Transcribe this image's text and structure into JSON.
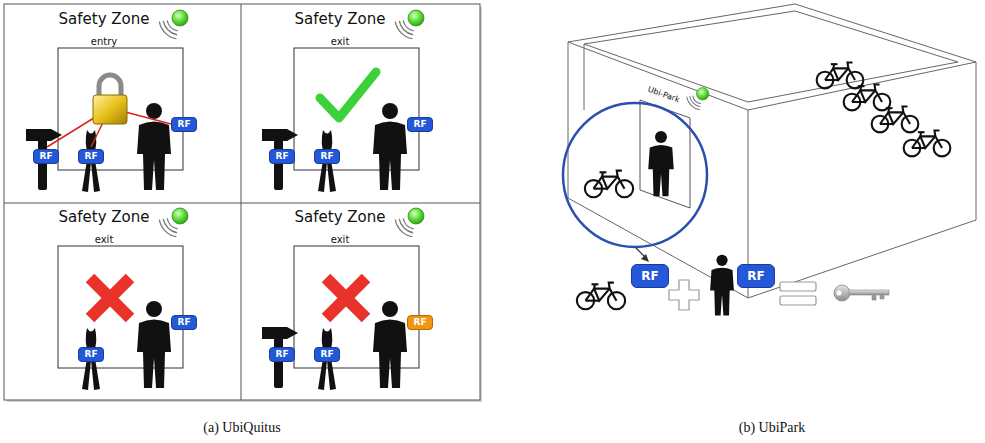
{
  "diagram": {
    "nodes": [
      {
        "text": [
          "Safety Zone",
          "entry"
        ]
      },
      {
        "text": [
          "RF"
        ],
        "in": 0
      },
      {
        "text": [
          "RF"
        ],
        "in": 0
      },
      {
        "text": [
          "RF"
        ],
        "in": 0
      },
      {
        "text": [
          "Safety Zone",
          "exit"
        ]
      },
      {
        "text": [
          "RF"
        ],
        "in": 4
      },
      {
        "text": [
          "RF"
        ],
        "in": 4
      },
      {
        "text": [
          "RF"
        ],
        "in": 4
      },
      {
        "text": [
          "Safety Zone",
          "exit"
        ]
      },
      {
        "text": [
          "RF"
        ],
        "in": 8
      },
      {
        "text": [
          "RF"
        ],
        "in": 8
      },
      {
        "text": [
          "Safety Zone",
          "exit"
        ]
      },
      {
        "text": [
          "RF"
        ],
        "in": 11
      },
      {
        "text": [
          "RF"
        ],
        "in": 11
      },
      {
        "text": [
          "RF"
        ],
        "in": 11
      },
      {
        "text": [
          "RF"
        ]
      },
      {
        "text": [
          "RF"
        ]
      }
    ],
    "labels": [
      "Ubi-Park",
      "(a) UbiQuitus",
      "(b) UbiPark"
    ]
  }
}
